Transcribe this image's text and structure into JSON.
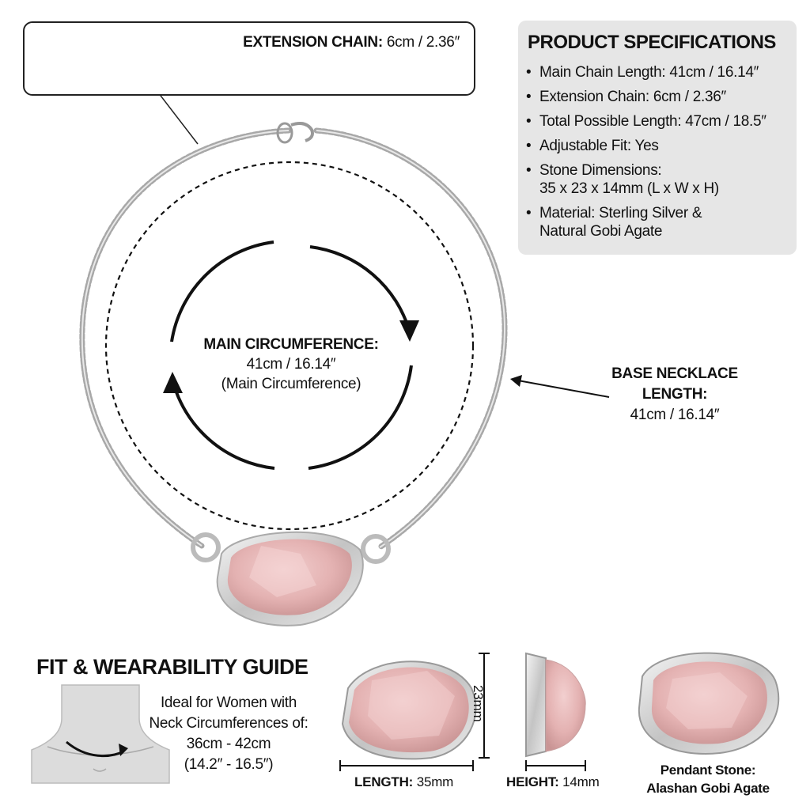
{
  "extension": {
    "title": "EXTENSION CHAIN:",
    "value": "6cm / 2.36″"
  },
  "specs": {
    "title": "PRODUCT SPECIFICATIONS",
    "items": [
      {
        "text": "Main Chain Length: 41cm / 16.14″"
      },
      {
        "text": "Extension Chain: 6cm / 2.36″"
      },
      {
        "text": "Total Possible Length: 47cm / 18.5″"
      },
      {
        "text": "Adjustable Fit: Yes"
      },
      {
        "text": "Stone Dimensions:",
        "sub": "35 x 23 x 14mm (L x W x H)"
      },
      {
        "text": "Material: Sterling Silver &",
        "sub": "Natural Gobi Agate"
      }
    ]
  },
  "main_circumference": {
    "title": "MAIN CIRCUMFERENCE:",
    "value": "41cm / 16.14″",
    "note": "(Main Circumference)"
  },
  "base_length": {
    "line1": "BASE NECKLACE",
    "line2": "LENGTH:",
    "value": "41cm / 16.14″"
  },
  "fit": {
    "title": "FIT & WEARABILITY GUIDE",
    "line1": "Ideal for Women with",
    "line2": "Neck Circumferences of:",
    "line3": "36cm - 42cm",
    "line4": "(14.2″ - 16.5″)"
  },
  "dimensions": {
    "length_label": "LENGTH:",
    "length_value": "35mm",
    "height_label": "HEIGHT:",
    "height_value": "14mm",
    "width_value": "23mm"
  },
  "pendant": {
    "line1": "Pendant Stone:",
    "line2": "Alashan Gobi Agate"
  },
  "colors": {
    "stone": "#e8b8b8",
    "silver": "#c8c8c8",
    "panel": "#e6e6e6"
  }
}
